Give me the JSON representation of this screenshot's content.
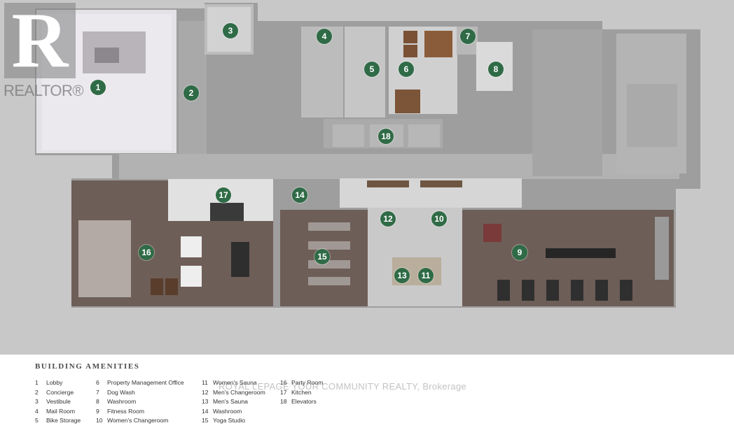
{
  "logo": {
    "letter": "R",
    "text": "REALTOR®"
  },
  "watermark": "ROYAL LEPAGE YOUR COMMUNITY REALTY, Brokerage",
  "marker_color": "#2f6b46",
  "legend": {
    "title": "BUILDING AMENITIES",
    "columns": [
      [
        {
          "num": "1",
          "label": "Lobby"
        },
        {
          "num": "2",
          "label": "Concierge"
        },
        {
          "num": "3",
          "label": "Vestibule"
        },
        {
          "num": "4",
          "label": "Mail Room"
        },
        {
          "num": "5",
          "label": "Bike Storage"
        }
      ],
      [
        {
          "num": "6",
          "label": "Property Management Office"
        },
        {
          "num": "7",
          "label": "Dog Wash"
        },
        {
          "num": "8",
          "label": "Washroom"
        },
        {
          "num": "9",
          "label": "Fitness Room"
        },
        {
          "num": "10",
          "label": "Women's Changeroom"
        }
      ],
      [
        {
          "num": "11",
          "label": "Women's Sauna"
        },
        {
          "num": "12",
          "label": "Men's Changeroom"
        },
        {
          "num": "13",
          "label": "Men's Sauna"
        },
        {
          "num": "14",
          "label": "Washroom"
        },
        {
          "num": "15",
          "label": "Yoga Studio"
        }
      ],
      [
        {
          "num": "16",
          "label": "Party Room"
        },
        {
          "num": "17",
          "label": "Kitchen"
        },
        {
          "num": "18",
          "label": "Elevators"
        }
      ]
    ]
  },
  "markers": [
    "1",
    "2",
    "3",
    "4",
    "5",
    "6",
    "7",
    "8",
    "9",
    "10",
    "11",
    "12",
    "13",
    "14",
    "15",
    "16",
    "17",
    "18"
  ]
}
